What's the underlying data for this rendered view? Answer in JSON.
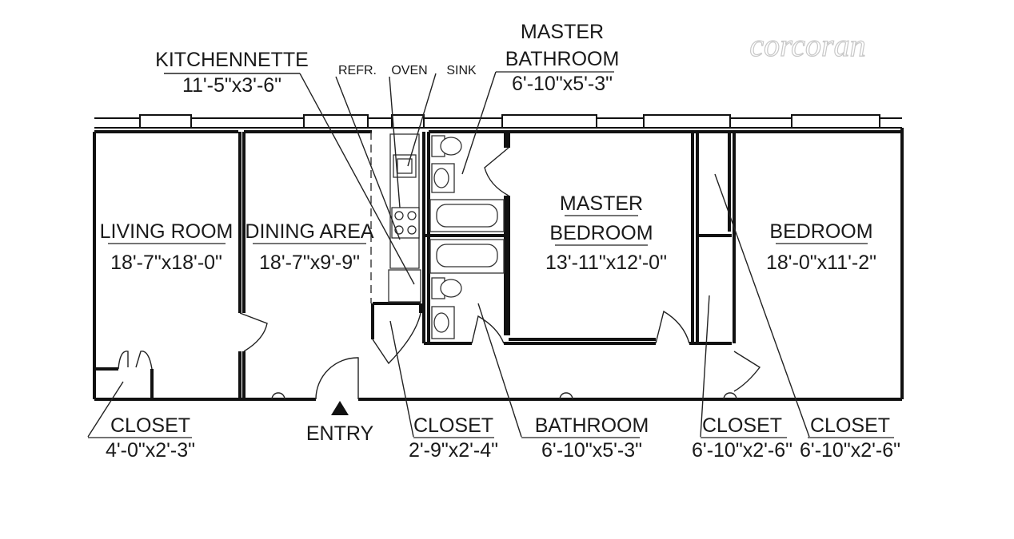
{
  "watermark": "corcoran",
  "rooms": {
    "kitchen": {
      "name": "KITCHENNETTE",
      "dims": "11'-5\"x3'-6\""
    },
    "master_bath": {
      "name1": "MASTER",
      "name2": "BATHROOM",
      "dims": "6'-10\"x5'-3\""
    },
    "living": {
      "name": "LIVING ROOM",
      "dims": "18'-7\"x18'-0\""
    },
    "dining": {
      "name": "DINING AREA",
      "dims": "18'-7\"x9'-9\""
    },
    "master_bedroom": {
      "name1": "MASTER",
      "name2": "BEDROOM",
      "dims": "13'-11\"x12'-0\""
    },
    "bedroom": {
      "name": "BEDROOM",
      "dims": "18'-0\"x11'-2\""
    },
    "closet1": {
      "name": "CLOSET",
      "dims": "4'-0\"x2'-3\""
    },
    "closet2": {
      "name": "CLOSET",
      "dims": "2'-9\"x2'-4\""
    },
    "bathroom": {
      "name": "BATHROOM",
      "dims": "6'-10\"x5'-3\""
    },
    "closet3": {
      "name": "CLOSET",
      "dims": "6'-10\"x2'-6\""
    },
    "closet4": {
      "name": "CLOSET",
      "dims": "6'-10\"x2'-6\""
    }
  },
  "appliances": {
    "refr": "REFR.",
    "oven": "OVEN",
    "sink": "SINK"
  },
  "entry": "ENTRY"
}
